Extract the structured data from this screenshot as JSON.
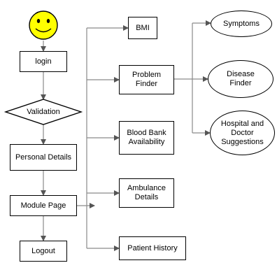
{
  "diagram": {
    "nodes": {
      "start": {
        "shape": "smiley"
      },
      "login": {
        "label": "login"
      },
      "validation": {
        "label": "Validation"
      },
      "personal_details": {
        "label": "Personal Details"
      },
      "module_page": {
        "label": "Module Page"
      },
      "logout": {
        "label": "Logout"
      },
      "bmi": {
        "label": "BMI"
      },
      "problem_finder": {
        "label": "Problem\nFinder"
      },
      "blood_bank": {
        "label": "Blood Bank\nAvailability"
      },
      "ambulance": {
        "label": "Ambulance\nDetails"
      },
      "patient_history": {
        "label": "Patient History"
      },
      "symptoms": {
        "label": "Symptoms"
      },
      "disease_finder": {
        "label": "Disease\nFinder"
      },
      "hospital_doctor": {
        "label": "Hospital and\nDoctor\nSuggestions"
      }
    },
    "edges": [
      [
        "start",
        "login"
      ],
      [
        "login",
        "validation"
      ],
      [
        "validation",
        "personal_details"
      ],
      [
        "personal_details",
        "module_page"
      ],
      [
        "module_page",
        "logout"
      ],
      [
        "module_page",
        "bmi"
      ],
      [
        "module_page",
        "problem_finder"
      ],
      [
        "module_page",
        "blood_bank"
      ],
      [
        "module_page",
        "ambulance"
      ],
      [
        "module_page",
        "patient_history"
      ],
      [
        "problem_finder",
        "symptoms"
      ],
      [
        "problem_finder",
        "disease_finder"
      ],
      [
        "problem_finder",
        "hospital_doctor"
      ]
    ],
    "colors": {
      "stroke": "#000000",
      "connector": "#8a8a8a",
      "face": "#ffff00"
    }
  }
}
